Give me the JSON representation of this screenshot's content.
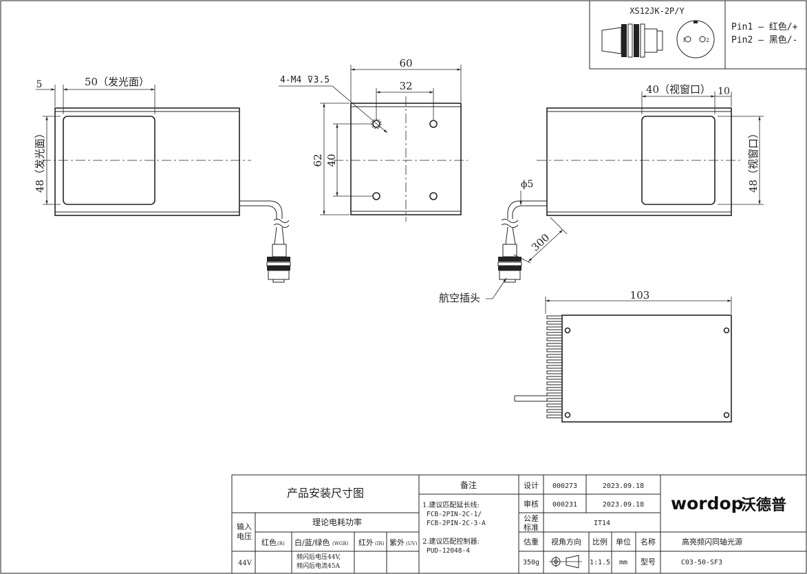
{
  "connector": {
    "model": "XS12JK-2P/Y",
    "pin1_num": "1",
    "pin2_num": "2",
    "pin1": "Pin1 — 红色/+",
    "pin2": "Pin2 — 黑色/-"
  },
  "front_view": {
    "dim_offset": "5",
    "dim_width": "50（发光面）",
    "dim_height": "48（发光面）"
  },
  "back_view": {
    "hole_spec": "4-M4 ⊽3.5",
    "dim_total_width": "60",
    "dim_hole_spacing_x": "32",
    "dim_total_height": "62",
    "dim_hole_spacing_y": "40"
  },
  "side_view": {
    "dim_window": "40（视窗口）",
    "dim_offset": "10",
    "dim_height": "48（视窗口）",
    "cable_diameter": "ϕ5",
    "cable_length": "300",
    "plug_label": "航空插头"
  },
  "bottom_view": {
    "dim_length": "103"
  },
  "title_block": {
    "title": "产品安装尺寸图",
    "power_header": "理论电耗功率",
    "input_voltage": "输入电压",
    "col_red": "红色",
    "col_red_sub": "(R)",
    "col_wrgb": "白/蓝/绿色",
    "col_wrgb_sub": "(WGB)",
    "col_ir": "红外",
    "col_ir_sub": "(IR)",
    "col_uv": "紫外",
    "col_uv_sub": "(UV)",
    "voltage": "44V",
    "strobe_line1": "频闪后电压44V,",
    "strobe_line2": "频闪后电流45A",
    "remarks_header": "备注",
    "remark1_title": "1.建议匹配延长线:",
    "remark1_a": "FCB-2PIN-2C-1/",
    "remark1_b": "FCB-2PIN-2C-3-A",
    "remark2_title": "2.建议匹配控制器:",
    "remark2_a": "PUD-12048-4",
    "design_label": "设计",
    "design_id": "000273",
    "design_date": "2023.09.18",
    "review_label": "审核",
    "review_id": "000231",
    "review_date": "2023.09.18",
    "tolerance_label_1": "公差",
    "tolerance_label_2": "标准",
    "tolerance_value": "IT14",
    "weight_label": "估重",
    "weight_value": "350g",
    "view_dir_label": "视角方向",
    "scale_label": "比例",
    "scale_value": "1:1.5",
    "unit_label": "单位",
    "unit_value": "mm",
    "name_label": "名称",
    "name_value": "高亮频闪同轴光源",
    "model_label": "型号",
    "model_value": "C03-50-SF3",
    "logo_en": "wordop",
    "logo_cn": "沃德普"
  }
}
